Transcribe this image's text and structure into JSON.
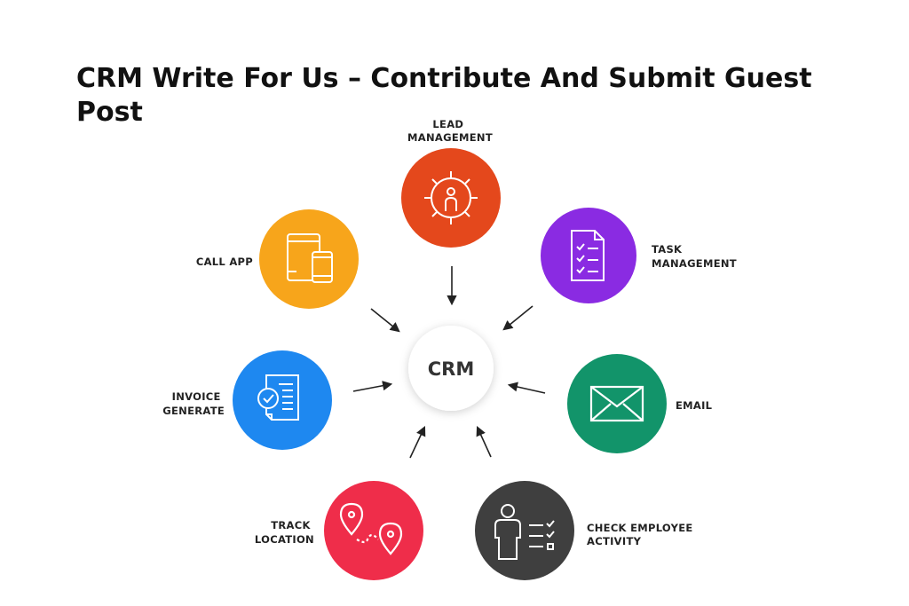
{
  "title": "CRM Write For Us – Contribute And Submit Guest Post",
  "diagram": {
    "center": {
      "label": "CRM",
      "color": "#ffffff"
    },
    "nodes": [
      {
        "id": "lead",
        "lines": [
          "LEAD",
          "MANAGEMENT"
        ],
        "color": "#e4481c",
        "icon": "gear-person-icon"
      },
      {
        "id": "task",
        "lines": [
          "TASK",
          "MANAGEMENT"
        ],
        "color": "#8a2be2",
        "icon": "document-checklist-icon"
      },
      {
        "id": "email",
        "lines": [
          "EMAIL"
        ],
        "color": "#12946a",
        "icon": "envelope-icon"
      },
      {
        "id": "activity",
        "lines": [
          "CHECK EMPLOYEE",
          "ACTIVITY"
        ],
        "color": "#3f3f3f",
        "icon": "person-checklist-icon"
      },
      {
        "id": "track",
        "lines": [
          "TRACK",
          "LOCATION"
        ],
        "color": "#ef2d4a",
        "icon": "route-pins-icon"
      },
      {
        "id": "invoice",
        "lines": [
          "INVOICE",
          "GENERATE"
        ],
        "color": "#1e88f0",
        "icon": "invoice-check-icon"
      },
      {
        "id": "call",
        "lines": [
          "CALL APP"
        ],
        "color": "#f7a51b",
        "icon": "tablet-phone-icon"
      }
    ]
  }
}
